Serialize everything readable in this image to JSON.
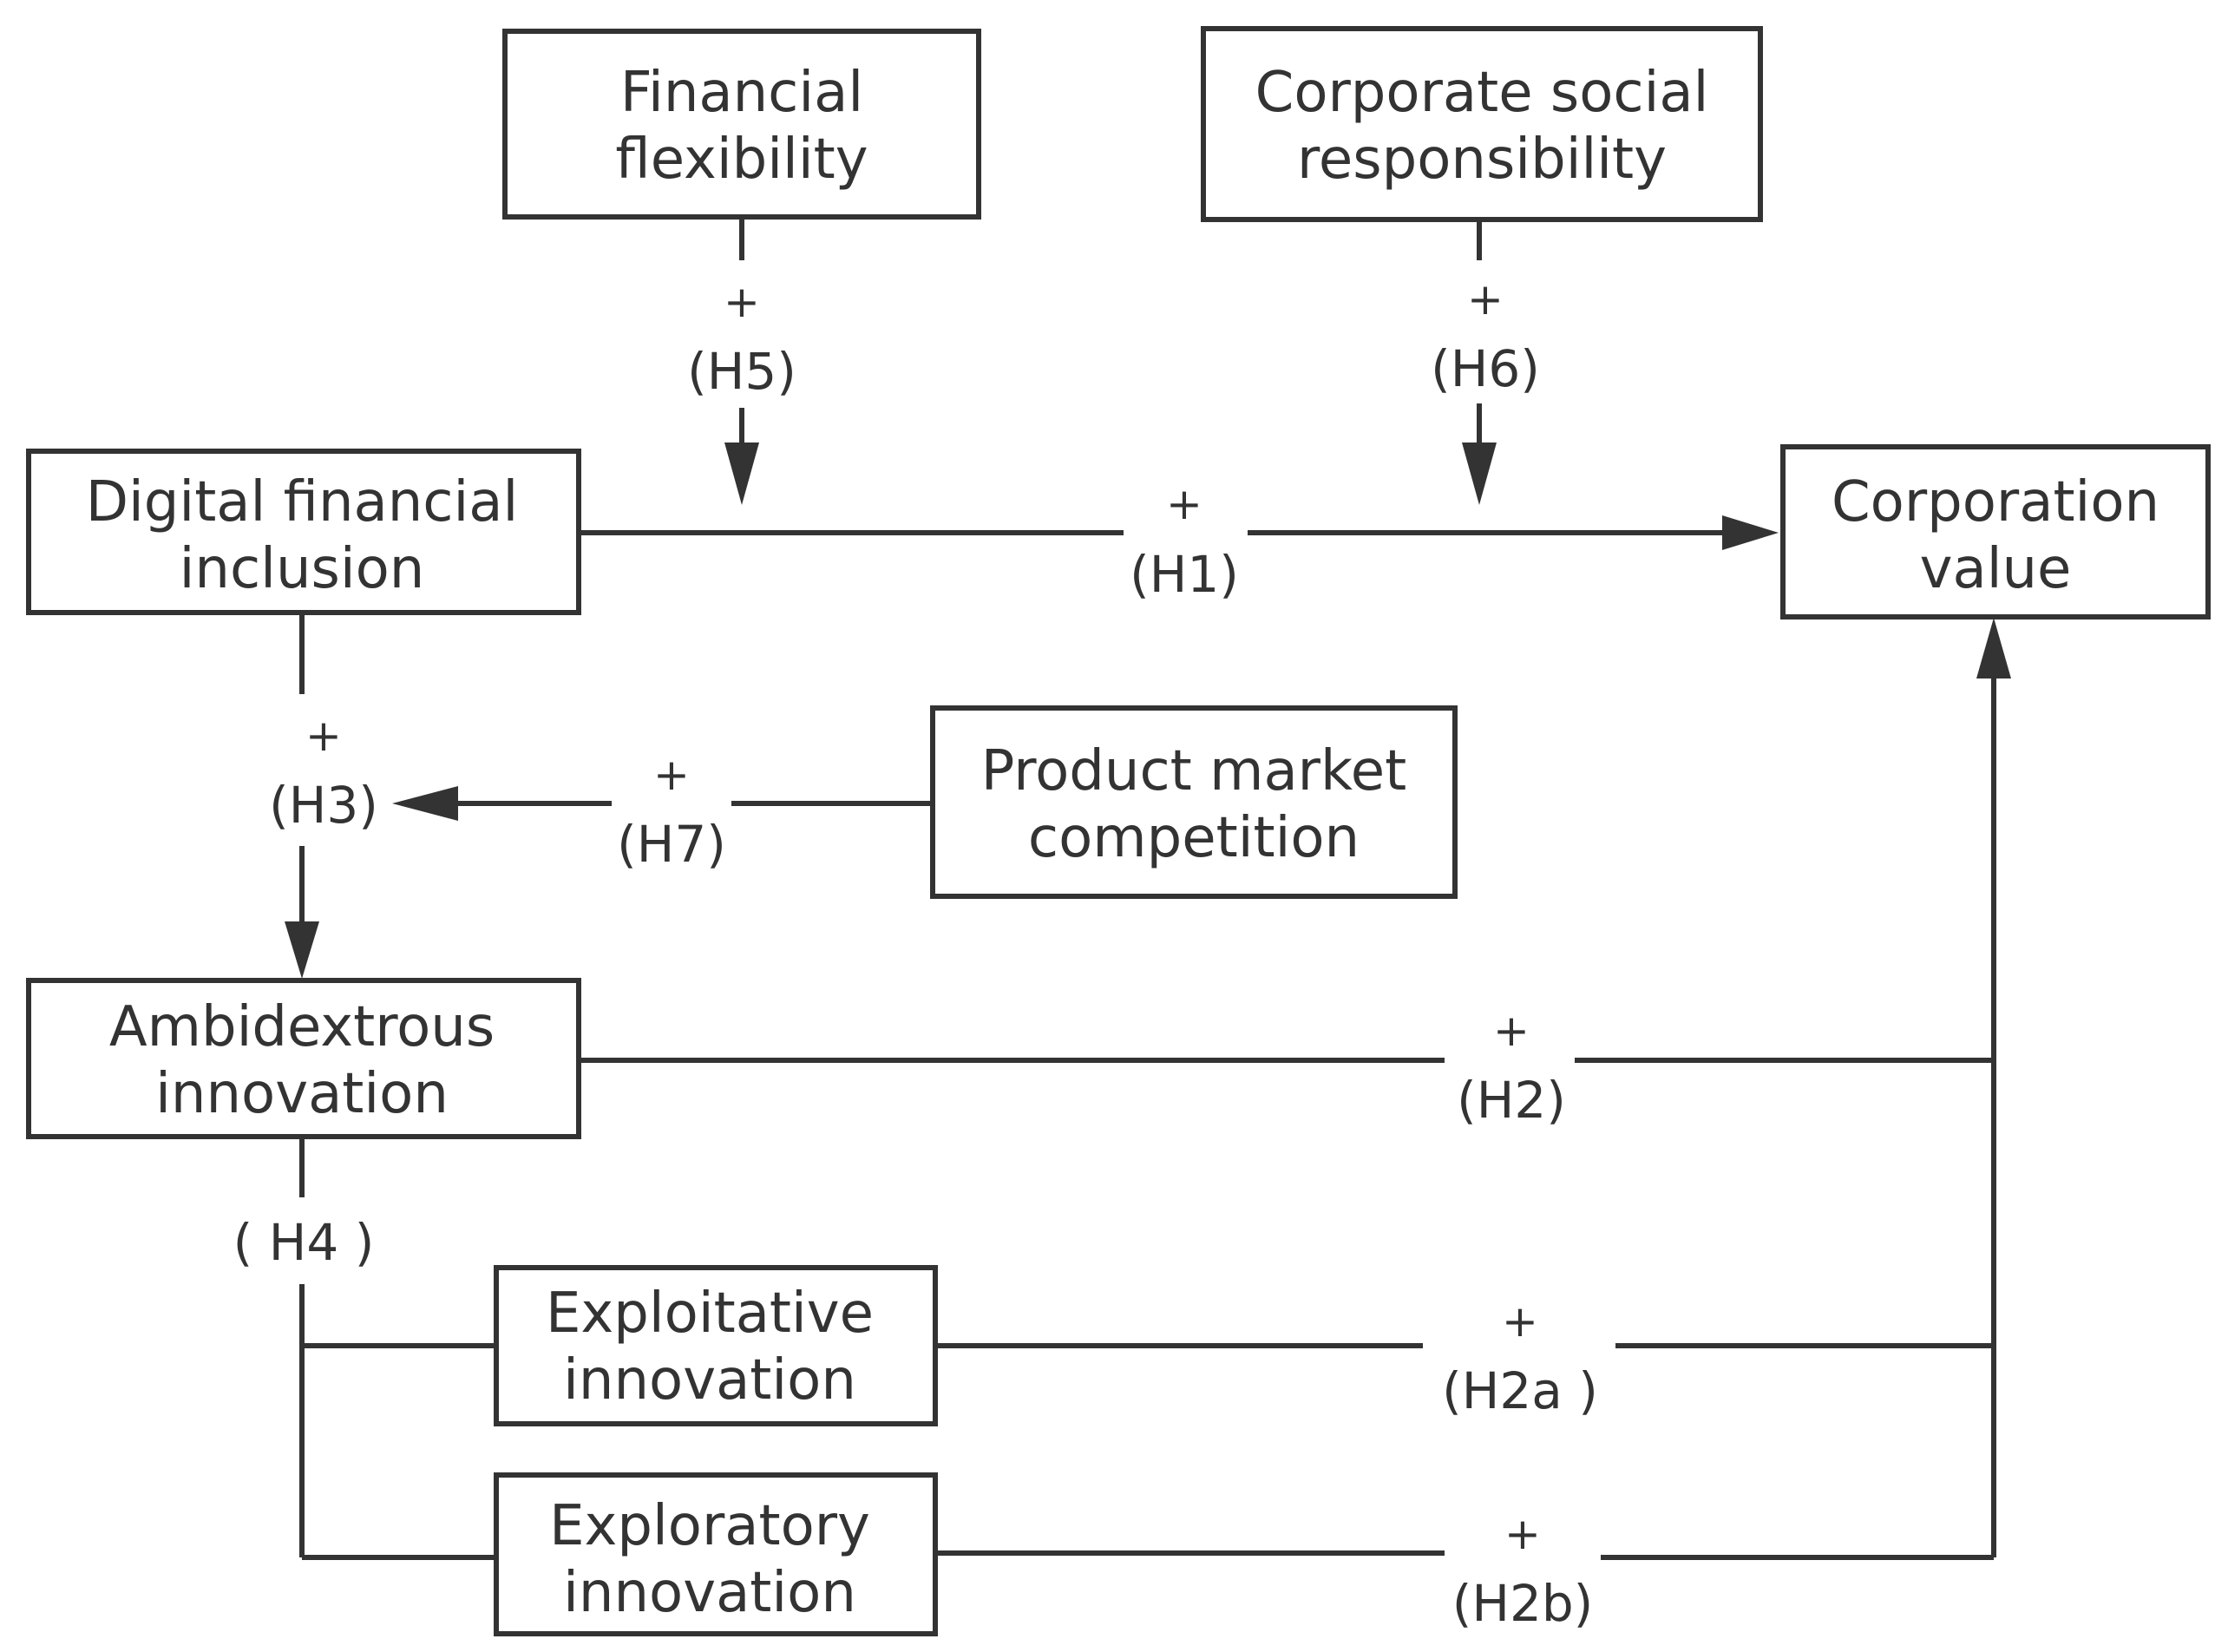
{
  "nodes": {
    "financial_flexibility": {
      "lines": [
        "Financial",
        "flexibility"
      ]
    },
    "corporate_social_responsibility": {
      "lines": [
        "Corporate social",
        "responsibility"
      ]
    },
    "digital_financial_inclusion": {
      "lines": [
        "Digital financial",
        "inclusion"
      ]
    },
    "corporation_value": {
      "lines": [
        "Corporation",
        "value"
      ]
    },
    "product_market_competition": {
      "lines": [
        "Product market",
        "competition"
      ]
    },
    "ambidextrous_innovation": {
      "lines": [
        "Ambidextrous",
        "innovation"
      ]
    },
    "exploitative_innovation": {
      "lines": [
        "Exploitative",
        "innovation"
      ]
    },
    "exploratory_innovation": {
      "lines": [
        "Exploratory",
        "innovation"
      ]
    }
  },
  "hypotheses": {
    "h1": {
      "sign": "+",
      "label": "(H1)"
    },
    "h2": {
      "sign": "+",
      "label": "(H2)"
    },
    "h2a": {
      "sign": "+",
      "label": "(H2a )"
    },
    "h2b": {
      "sign": "+",
      "label": "(H2b)"
    },
    "h3": {
      "sign": "+",
      "label": "(H3)"
    },
    "h4": {
      "label": "( H4 )"
    },
    "h5": {
      "sign": "+",
      "label": "(H5)"
    },
    "h6": {
      "sign": "+",
      "label": "(H6)"
    },
    "h7": {
      "sign": "+",
      "label": "(H7)"
    }
  }
}
